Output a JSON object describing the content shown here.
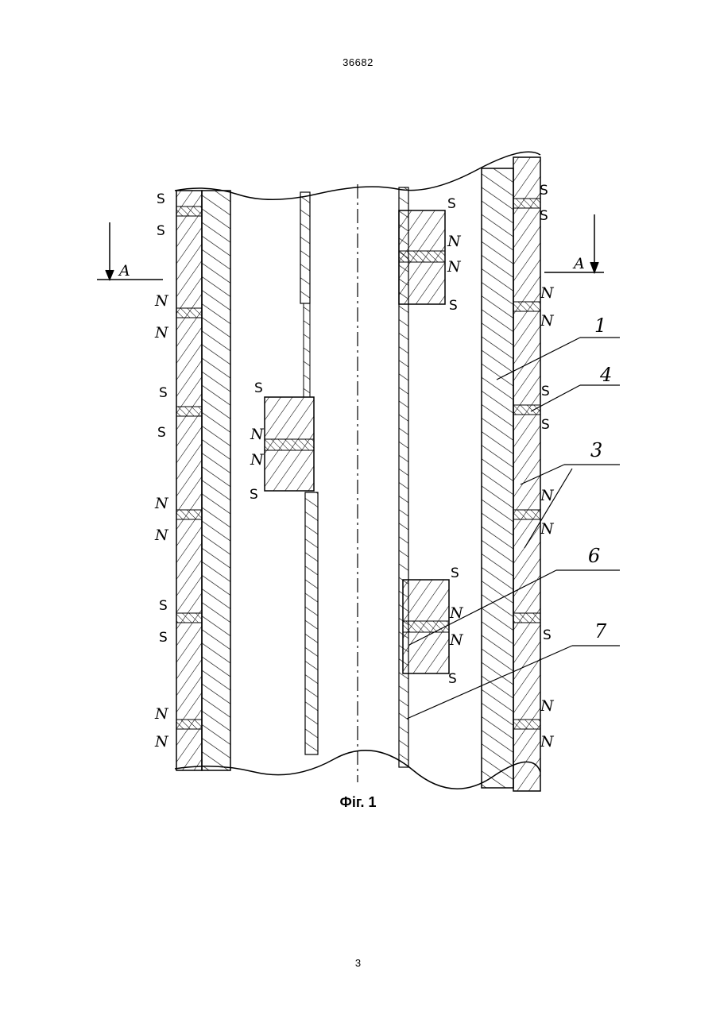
{
  "header": {
    "patent_number": "36682"
  },
  "figure": {
    "caption": "Фіг. 1",
    "section_marker": "A",
    "pole_south": "S",
    "pole_north": "N",
    "callouts": [
      "1",
      "4",
      "3",
      "6",
      "7"
    ]
  },
  "footer": {
    "page_number": "3"
  }
}
